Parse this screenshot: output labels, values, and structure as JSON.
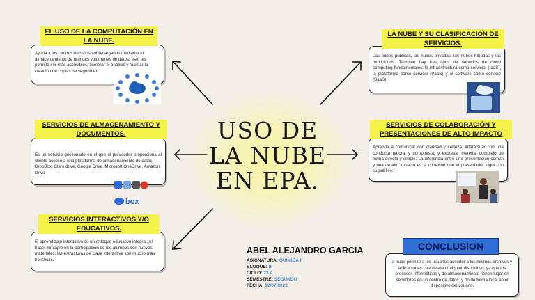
{
  "center_title": "USO DE LA NUBE EN EPA.",
  "cards": {
    "computacion": {
      "title": "EL USO DE LA COMPUTACIÓN EN LA NUBE.",
      "body": "Ayuda a los centros de datos sobrecargados mediante el almacenamiento de grandes volúmenes de datos, esto les permite ser más accesibles, acelerar el análisis y facilitar la creación de copias de seguridad."
    },
    "almacenamiento": {
      "title": "SERVICIOS DE ALMACENAMIENTO Y DOCUMENTOS.",
      "body": "Es un servicio gestionado en el que el proveedor proporciona al cliente acceso a una plataforma de almacenamiento de datos.",
      "body2": "DropBox, Claro drive, Google Drive, Microsoft OneDrive, Amazon Drive"
    },
    "interactivos": {
      "title": "SERVICIOS INTERACTIVOS Y/O EDUCATIVOS.",
      "body": "El aprendizaje interactivo es un enfoque educativo integral. Al hacer hincapié en la participación de los alumnos con nuevos materiales, las estructuras de clase interactiva son mucho más holísticas."
    },
    "clasificacion": {
      "title": "LA NUBE Y SU CLASIFICACIÓN DE SERVICIOS.",
      "body": "Las nubes públicas, las nubes privadas, las nubes híbridas y las multiclouds. También hay tres tipos de servicios de cloud computing fundamentales: la infraestructura como servicio, (IaaS), la plataforma como servicio (PaaS) y el software como servicio (SaaS)."
    },
    "colaboracion": {
      "title": "SERVICIOS DE COLABORACIÓN Y PRESENTACIONES DE ALTO IMPACTO",
      "body": "Aprende a comunicar con claridad y certeza, interactuar con una conducta natural y compuesta, y expresar material complejo de forma directa y simple. La diferencia entre una presentación común y una de alto impacto es la conexión que el presentador logra con su público."
    },
    "conclusion": {
      "title": "CONCLUSION",
      "body": "a nube permite a los usuarios acceder a los mismos archivos y aplicaciones casi desde cualquier dispositivo, ya que los procesos informáticos y de almacenamiento tienen lugar en servidores en un centro de datos, y no de forma local en el dispositivo del usuario."
    }
  },
  "author": {
    "name": "ABEL ALEJANDRO GARCIA",
    "asignatura_label": "ASIGNATURA:",
    "asignatura": "QUIMICA II",
    "bloque_label": "BLOQUE:",
    "bloque": "III",
    "ciclo_label": "CICLO:",
    "ciclo": "23 A",
    "semestre_label": "SEMESTRE:",
    "semestre": "SEGUNDO",
    "fecha_label": "FECHA:",
    "fecha": "12/07/2023"
  },
  "box_logo_text": "box",
  "colors": {
    "highlight": "#f3f34a",
    "conclusion": "#2f6fd6",
    "accent_values": "#4a8ad8"
  }
}
